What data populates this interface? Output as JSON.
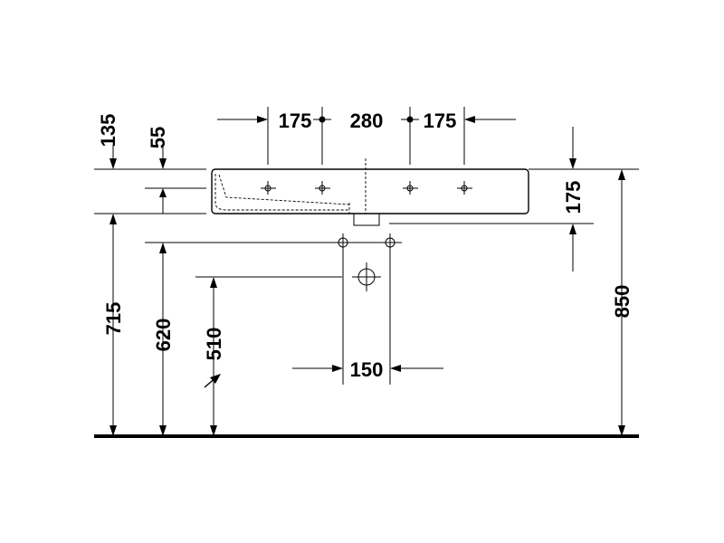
{
  "dimensions": {
    "top_left_gap": "175",
    "top_center_gap": "280",
    "top_right_gap": "175",
    "left_135": "135",
    "left_55": "55",
    "right_175": "175",
    "height_715": "715",
    "height_620": "620",
    "height_510": "510",
    "height_850": "850",
    "bottom_150": "150"
  }
}
